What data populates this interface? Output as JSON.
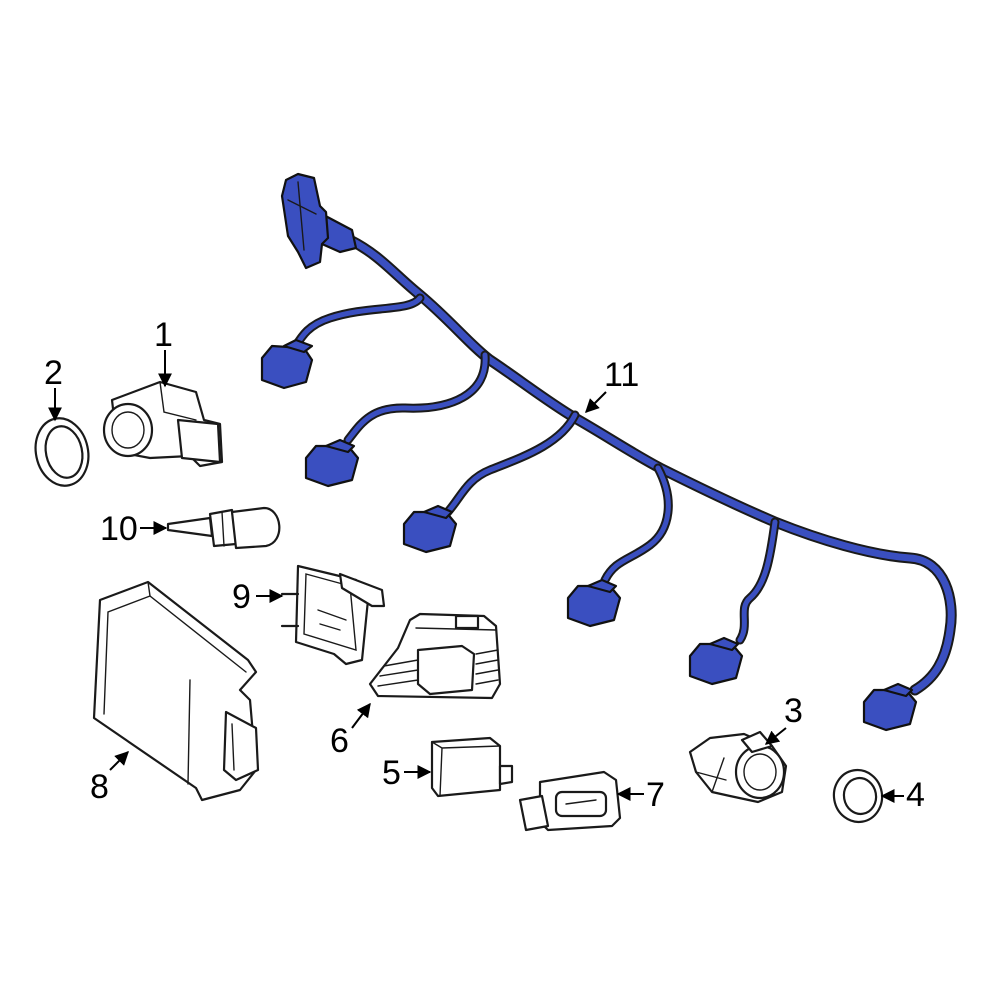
{
  "colors": {
    "highlight": "#3a4fc0",
    "outline": "#1a1a1a",
    "background": "#ffffff"
  },
  "callouts": {
    "c1": "1",
    "c2": "2",
    "c3": "3",
    "c4": "4",
    "c5": "5",
    "c6": "6",
    "c7": "7",
    "c8": "8",
    "c9": "9",
    "c10": "10",
    "c11": "11"
  }
}
